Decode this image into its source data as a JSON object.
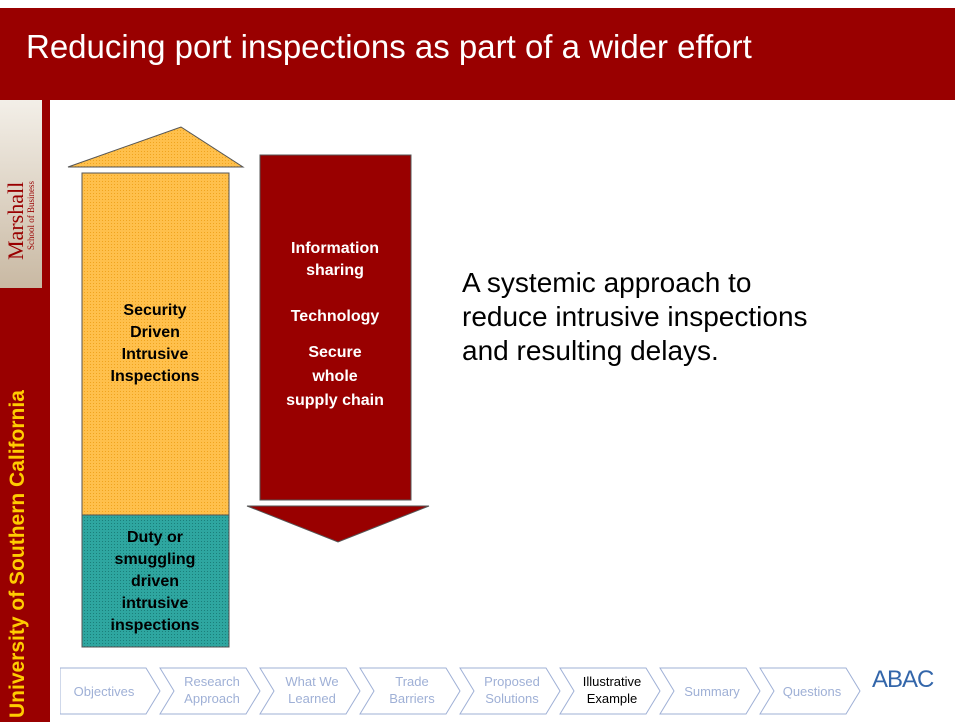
{
  "title": "Reducing port inspections as part of a wider effort",
  "logo": {
    "main": "Marshall",
    "sub": "School of Business"
  },
  "university": "University of Southern California",
  "diagram": {
    "security_box": [
      "Security",
      "Driven",
      "Intrusive",
      "Inspections"
    ],
    "duty_box": [
      "Duty or",
      "smuggling",
      "driven",
      "intrusive",
      "inspections"
    ],
    "info_box": [
      "Information",
      "sharing",
      "Technology",
      "Secure",
      "whole",
      "supply chain"
    ]
  },
  "body_lines": [
    "A systemic approach to",
    "reduce intrusive inspections",
    "and resulting delays."
  ],
  "nav": {
    "items": [
      [
        "Objectives"
      ],
      [
        "Research",
        "Approach"
      ],
      [
        "What We",
        "Learned"
      ],
      [
        "Trade",
        "Barriers"
      ],
      [
        "Proposed",
        "Solutions"
      ],
      [
        "Illustrative",
        "Example"
      ],
      [
        "Summary"
      ],
      [
        "Questions"
      ]
    ],
    "active_index": 5,
    "brand": "ABAC"
  },
  "colors": {
    "maroon": "#990000",
    "orange": "#ffc04c",
    "teal": "#2ea6a0",
    "gold": "#ffcc00",
    "nav_inactive_text": "#9fb0d6"
  }
}
